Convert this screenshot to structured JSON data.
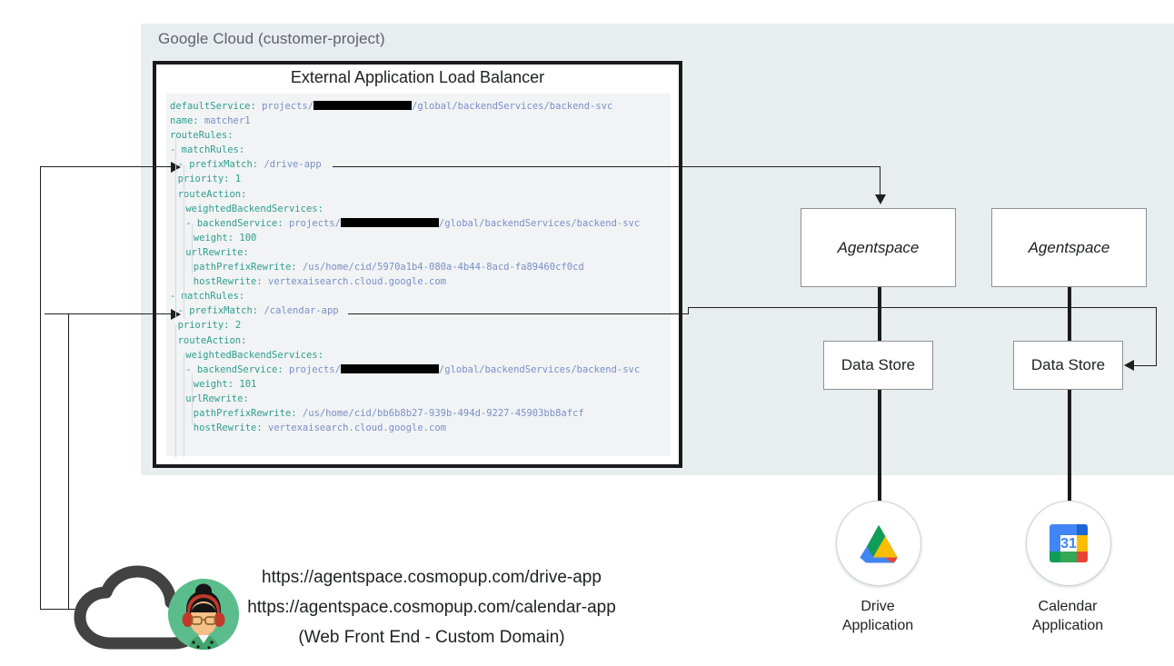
{
  "panel": {
    "title": "Google Cloud (customer-project)",
    "bg_color": "#e8edf0"
  },
  "load_balancer": {
    "title": "External Application Load Balancer",
    "code_bg": "#f1f3f4",
    "key_color": "#2e9e8f",
    "value_color": "#7b8fc7",
    "yaml": [
      {
        "indent": 0,
        "segments": [
          {
            "t": "defaultService",
            "c": "k"
          },
          {
            "t": ": ",
            "c": "k"
          },
          {
            "t": "projects/",
            "c": "v"
          },
          {
            "t": "",
            "c": "redact",
            "w": 108
          },
          {
            "t": "/global/backendServices/backend-svc",
            "c": "v"
          }
        ]
      },
      {
        "indent": 0,
        "segments": [
          {
            "t": "name",
            "c": "k"
          },
          {
            "t": ": ",
            "c": "k"
          },
          {
            "t": "matcher1",
            "c": "v"
          }
        ]
      },
      {
        "indent": 0,
        "segments": [
          {
            "t": "routeRules",
            "c": "k"
          },
          {
            "t": ":",
            "c": "k"
          }
        ]
      },
      {
        "indent": 0,
        "segments": [
          {
            "t": "- ",
            "c": "k"
          },
          {
            "t": "matchRules",
            "c": "k"
          },
          {
            "t": ":",
            "c": "k"
          }
        ]
      },
      {
        "indent": 1,
        "segments": [
          {
            "t": "- ",
            "c": "k"
          },
          {
            "t": "prefixMatch",
            "c": "k"
          },
          {
            "t": ": ",
            "c": "k"
          },
          {
            "t": "/drive-app",
            "c": "v"
          }
        ]
      },
      {
        "indent": 1,
        "segments": [
          {
            "t": "priority",
            "c": "k"
          },
          {
            "t": ": ",
            "c": "k"
          },
          {
            "t": "1",
            "c": "n"
          }
        ]
      },
      {
        "indent": 1,
        "segments": [
          {
            "t": "routeAction",
            "c": "k"
          },
          {
            "t": ":",
            "c": "k"
          }
        ]
      },
      {
        "indent": 2,
        "segments": [
          {
            "t": "weightedBackendServices",
            "c": "k"
          },
          {
            "t": ":",
            "c": "k"
          }
        ]
      },
      {
        "indent": 2,
        "segments": [
          {
            "t": "- ",
            "c": "k"
          },
          {
            "t": "backendService",
            "c": "k"
          },
          {
            "t": ": ",
            "c": "k"
          },
          {
            "t": "projects/",
            "c": "v"
          },
          {
            "t": "",
            "c": "redact",
            "w": 108
          },
          {
            "t": "/global/backendServices/backend-svc",
            "c": "v"
          }
        ]
      },
      {
        "indent": 3,
        "segments": [
          {
            "t": "weight",
            "c": "k"
          },
          {
            "t": ": ",
            "c": "k"
          },
          {
            "t": "100",
            "c": "n"
          }
        ]
      },
      {
        "indent": 2,
        "segments": [
          {
            "t": "urlRewrite",
            "c": "k"
          },
          {
            "t": ":",
            "c": "k"
          }
        ]
      },
      {
        "indent": 3,
        "segments": [
          {
            "t": "pathPrefixRewrite",
            "c": "k"
          },
          {
            "t": ": ",
            "c": "k"
          },
          {
            "t": "/us/home/cid/5970a1b4-080a-4b44-8acd-fa89460cf0cd",
            "c": "v"
          }
        ]
      },
      {
        "indent": 3,
        "segments": [
          {
            "t": "hostRewrite",
            "c": "k"
          },
          {
            "t": ": ",
            "c": "k"
          },
          {
            "t": "vertexaisearch.cloud.google.com",
            "c": "v"
          }
        ]
      },
      {
        "indent": 0,
        "segments": [
          {
            "t": "- ",
            "c": "k"
          },
          {
            "t": "matchRules",
            "c": "k"
          },
          {
            "t": ":",
            "c": "k"
          }
        ]
      },
      {
        "indent": 1,
        "segments": [
          {
            "t": "- ",
            "c": "k"
          },
          {
            "t": "prefixMatch",
            "c": "k"
          },
          {
            "t": ": ",
            "c": "k"
          },
          {
            "t": "/calendar-app",
            "c": "v"
          }
        ]
      },
      {
        "indent": 1,
        "segments": [
          {
            "t": "priority",
            "c": "k"
          },
          {
            "t": ": ",
            "c": "k"
          },
          {
            "t": "2",
            "c": "n"
          }
        ]
      },
      {
        "indent": 1,
        "segments": [
          {
            "t": "routeAction",
            "c": "k"
          },
          {
            "t": ":",
            "c": "k"
          }
        ]
      },
      {
        "indent": 2,
        "segments": [
          {
            "t": "weightedBackendServices",
            "c": "k"
          },
          {
            "t": ":",
            "c": "k"
          }
        ]
      },
      {
        "indent": 2,
        "segments": [
          {
            "t": "- ",
            "c": "k"
          },
          {
            "t": "backendService",
            "c": "k"
          },
          {
            "t": ": ",
            "c": "k"
          },
          {
            "t": "projects/",
            "c": "v"
          },
          {
            "t": "",
            "c": "redact",
            "w": 108
          },
          {
            "t": "/global/backendServices/backend-svc",
            "c": "v"
          }
        ]
      },
      {
        "indent": 3,
        "segments": [
          {
            "t": "weight",
            "c": "k"
          },
          {
            "t": ": ",
            "c": "k"
          },
          {
            "t": "101",
            "c": "n"
          }
        ]
      },
      {
        "indent": 2,
        "segments": [
          {
            "t": "urlRewrite",
            "c": "k"
          },
          {
            "t": ":",
            "c": "k"
          }
        ]
      },
      {
        "indent": 3,
        "segments": [
          {
            "t": "pathPrefixRewrite",
            "c": "k"
          },
          {
            "t": ": ",
            "c": "k"
          },
          {
            "t": "/us/home/cid/bb6b8b27-939b-494d-9227-45903bb8afcf",
            "c": "v"
          }
        ]
      },
      {
        "indent": 3,
        "segments": [
          {
            "t": "hostRewrite",
            "c": "k"
          },
          {
            "t": ": ",
            "c": "k"
          },
          {
            "t": "vertexaisearch.cloud.google.com",
            "c": "v"
          }
        ]
      }
    ]
  },
  "nodes": {
    "agentspace_1": "Agentspace",
    "agentspace_2": "Agentspace",
    "datastore_1": "Data Store",
    "datastore_2": "Data Store"
  },
  "apps": {
    "drive": {
      "label": "Drive\nApplication",
      "label_line1": "Drive",
      "label_line2": "Application",
      "icon": "google-drive-icon"
    },
    "calendar": {
      "label_line1": "Calendar",
      "label_line2": "Application",
      "icon": "google-calendar-icon",
      "day": "31"
    }
  },
  "frontend": {
    "url_drive": "https://agentspace.cosmopup.com/drive-app",
    "url_calendar": "https://agentspace.cosmopup.com/calendar-app",
    "caption": "(Web Front End - Custom Domain)",
    "cloud_icon": "cloud-icon",
    "avatar_icon": "user-avatar-icon"
  }
}
